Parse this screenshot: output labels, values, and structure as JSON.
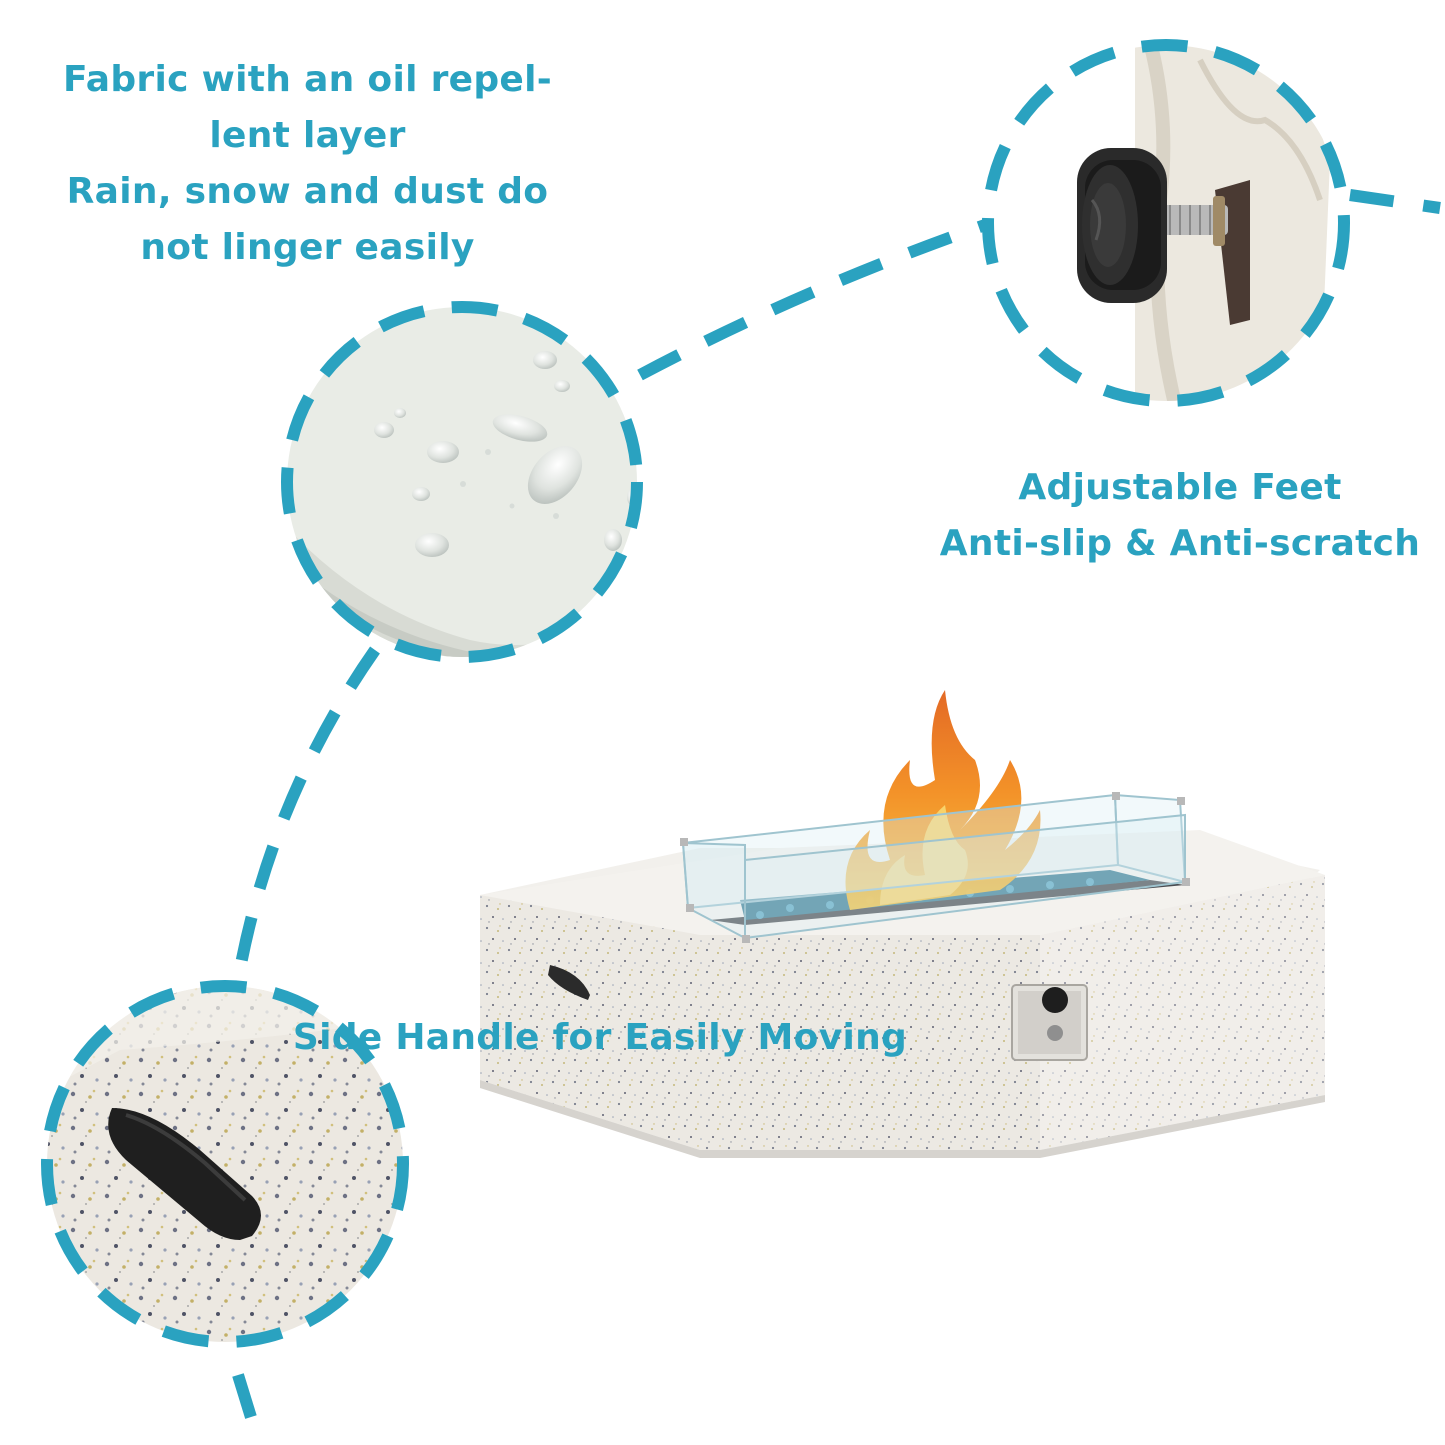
{
  "accent_color": "#2aa2c0",
  "captions": {
    "fabric": {
      "line1": "Fabric with an oil repel-",
      "line2": "lent layer",
      "line3": "Rain, snow and dust do",
      "line4": "not linger easily"
    },
    "feet": {
      "line1": "Adjustable Feet",
      "line2": "Anti-slip & Anti-scratch"
    },
    "handle": {
      "line1": "Side Handle for Easily Moving"
    }
  },
  "images": {
    "fabric_closeup": "waterproof-fabric-droplets",
    "feet_closeup": "adjustable-foot-knob",
    "handle_closeup": "side-handle-cutout",
    "product": "rectangular-fire-pit-table"
  }
}
